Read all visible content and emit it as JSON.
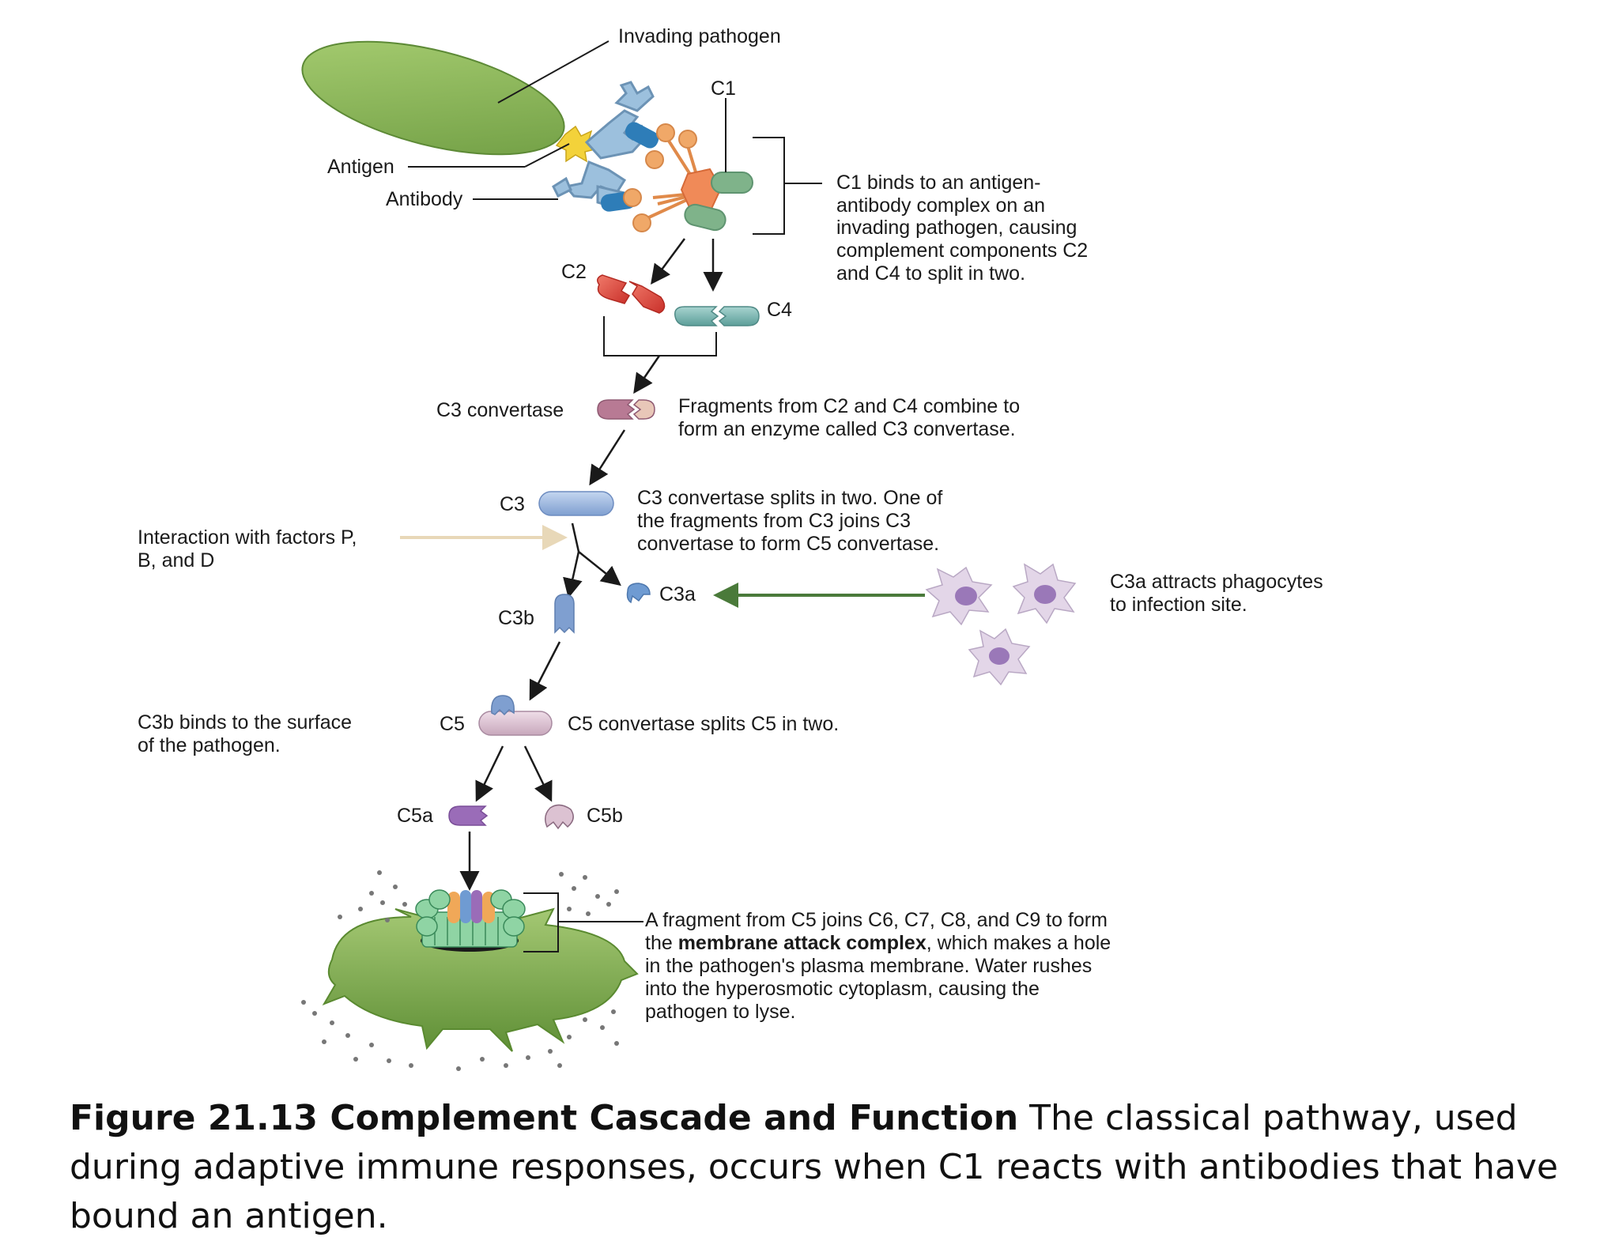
{
  "labels": {
    "invading_pathogen": "Invading pathogen",
    "c1": "C1",
    "antigen": "Antigen",
    "antibody": "Antibody",
    "c2": "C2",
    "c4": "C4",
    "c3_convertase": "C3 convertase",
    "c3": "C3",
    "c3a": "C3a",
    "c3b": "C3b",
    "c5": "C5",
    "c5a": "C5a",
    "c5b": "C5b",
    "factors_line1": "Interaction with factors P,",
    "factors_line2": "B, and D",
    "c3b_binds_line1": "C3b binds to the surface",
    "c3b_binds_line2": "of the pathogen."
  },
  "descriptions": {
    "c1_binds": [
      "C1 binds to an antigen-",
      "antibody complex on an",
      "invading pathogen, causing",
      "complement components C2",
      "and C4 to split in two."
    ],
    "fragments_combine": [
      "Fragments from C2 and C4 combine to",
      "form an enzyme called C3 convertase."
    ],
    "c3_splits": [
      "C3 convertase splits in two. One of",
      "the fragments from C3 joins C3",
      "convertase to form C5 convertase."
    ],
    "c3a_attracts": [
      "C3a attracts phagocytes",
      "to infection site."
    ],
    "c5_convertase": "C5 convertase splits C5 in two.",
    "mac": {
      "line1": "A fragment  from C5 joins C6, C7, C8, and C9 to form",
      "line2_pre": "the ",
      "line2_bold": "membrane attack complex",
      "line2_post": ", which makes a hole",
      "line3": "in the pathogen's plasma membrane. Water rushes",
      "line4": "into the hyperosmotic cytoplasm, causing the",
      "line5": "pathogen to lyse."
    }
  },
  "caption": {
    "title": "Figure 21.13 Complement Cascade and Function",
    "text": " The classical pathway, used during adaptive immune responses, occurs when C1 reacts with antibodies that have bound an antigen."
  },
  "colors": {
    "pathogen_green": "#7fae4f",
    "antibody_blue": "#8fb3d1",
    "c1_orange": "#f0a868",
    "c1_green": "#7fb38a",
    "c2_red": "#e0483a",
    "c4_teal": "#7db8b4",
    "c3_convertase_mauve": "#b87a94",
    "c3_blue": "#9ab5de",
    "c5_pink": "#dcc2d2",
    "c5a_purple": "#9a6cb8",
    "phagocyte_lilac": "#e3d6e8",
    "factors_arrow": "#e8d8b8",
    "phagocyte_arrow": "#4a7a3a"
  }
}
